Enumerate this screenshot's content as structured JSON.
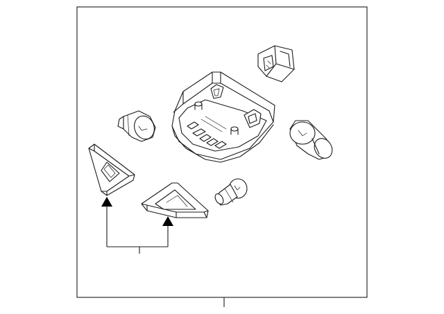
{
  "diagram": {
    "parts": [
      {
        "name": "map-lamp-housing"
      },
      {
        "name": "switch-connector"
      },
      {
        "name": "bulb-left"
      },
      {
        "name": "bulb-right"
      },
      {
        "name": "bulb-small"
      },
      {
        "name": "lens-left"
      },
      {
        "name": "lens-right"
      }
    ],
    "colors": {
      "line": "#1a1a1a",
      "background": "#ffffff"
    }
  }
}
